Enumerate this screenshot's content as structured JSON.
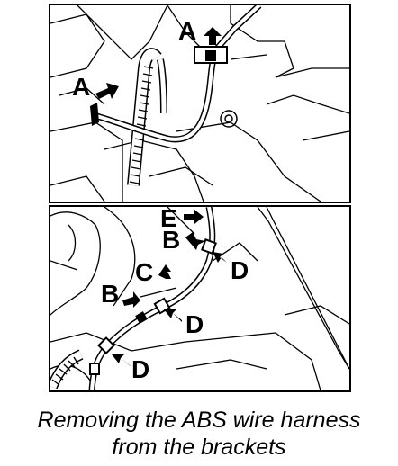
{
  "top_panel": {
    "labels": {
      "a1": "A",
      "a2": "A"
    }
  },
  "bottom_panel": {
    "labels": {
      "e": "E",
      "b1": "B",
      "c": "C",
      "d1": "D",
      "b2": "B",
      "d2": "D",
      "d3": "D"
    }
  },
  "caption": {
    "line1": "Removing the ABS wire harness",
    "line2": "from the brackets"
  }
}
